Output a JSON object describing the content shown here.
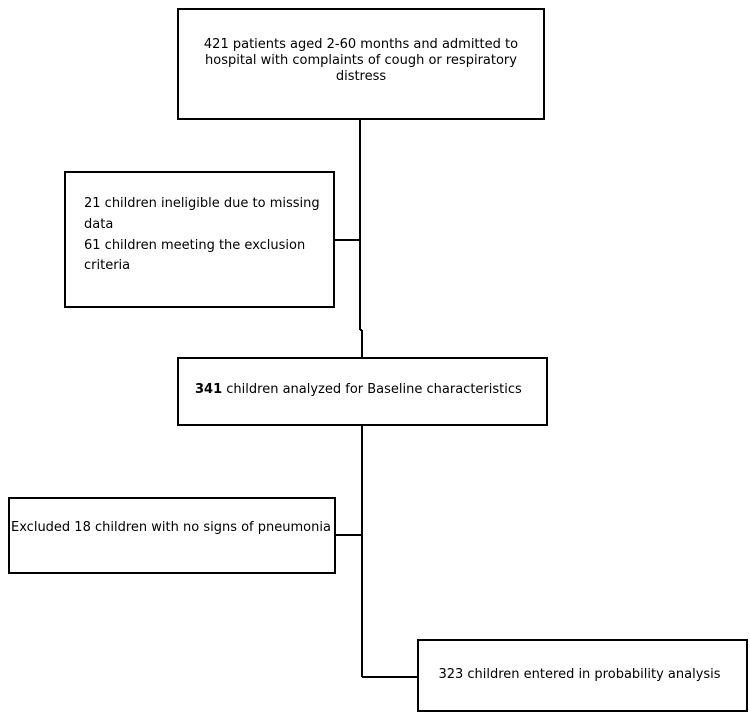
{
  "flowchart": {
    "enrolled": "421 patients aged 2-60 months and admitted to hospital with complaints of cough or respiratory distress",
    "excluded_lines": [
      "21 children ineligible due to missing data",
      "61 children meeting the exclusion criteria"
    ],
    "baseline_number": "341",
    "baseline_text": " children analyzed for Baseline characteristics",
    "excluded_no_pneumonia": "Excluded 18 children with no signs of pneumonia",
    "probability": "323 children entered in probability analysis"
  }
}
